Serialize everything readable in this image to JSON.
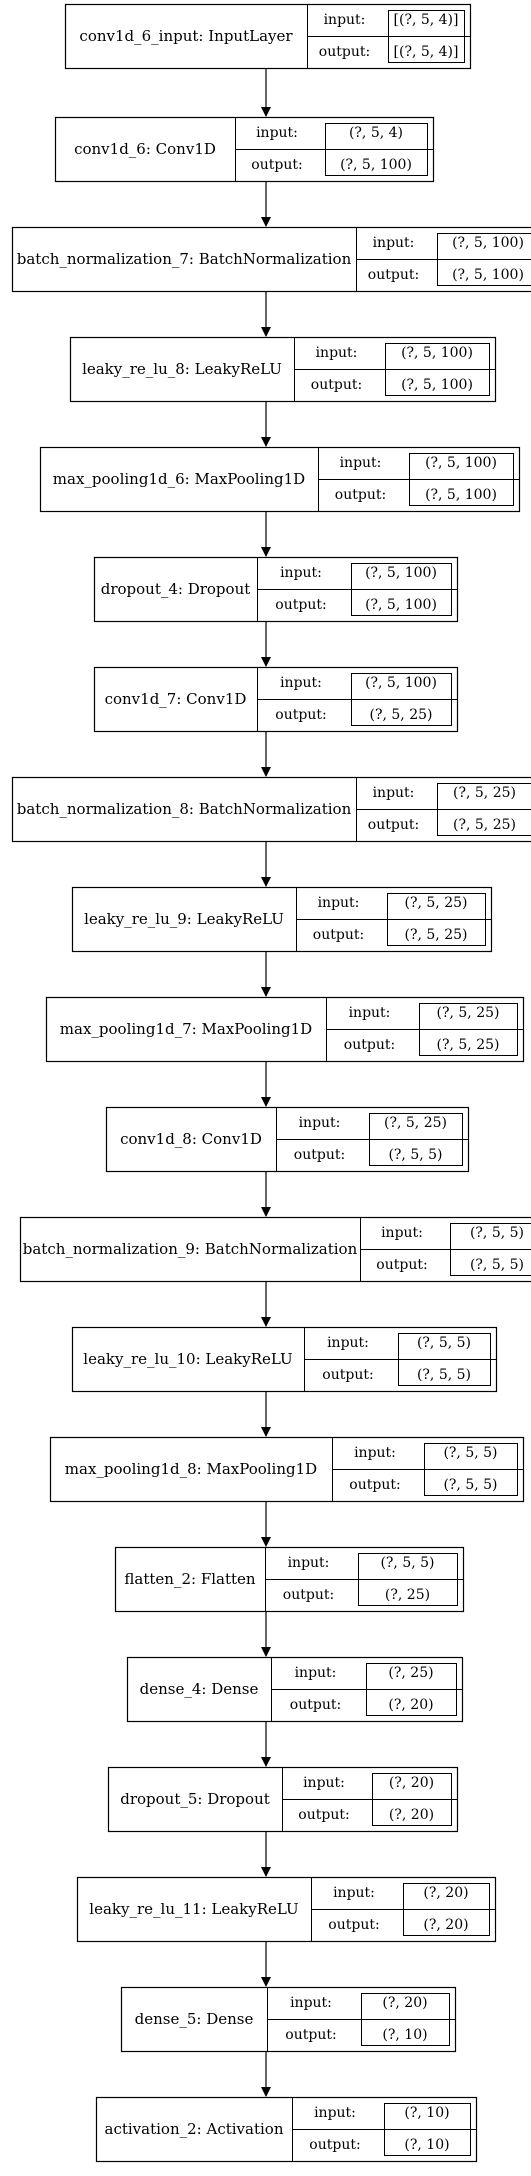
{
  "colors": {
    "stroke": "#000000",
    "background": "#ffffff",
    "text": "#000000"
  },
  "layers": [
    {
      "name": "conv1d_6_input: InputLayer",
      "input_label": "input:",
      "output_label": "output:",
      "input": "[(?, 5, 4)]",
      "output": "[(?, 5, 4)]"
    },
    {
      "name": "conv1d_6: Conv1D",
      "input_label": "input:",
      "output_label": "output:",
      "input": "(?, 5, 4)",
      "output": "(?, 5, 100)"
    },
    {
      "name": "batch_normalization_7: BatchNormalization",
      "input_label": "input:",
      "output_label": "output:",
      "input": "(?, 5, 100)",
      "output": "(?, 5, 100)"
    },
    {
      "name": "leaky_re_lu_8: LeakyReLU",
      "input_label": "input:",
      "output_label": "output:",
      "input": "(?, 5, 100)",
      "output": "(?, 5, 100)"
    },
    {
      "name": "max_pooling1d_6: MaxPooling1D",
      "input_label": "input:",
      "output_label": "output:",
      "input": "(?, 5, 100)",
      "output": "(?, 5, 100)"
    },
    {
      "name": "dropout_4: Dropout",
      "input_label": "input:",
      "output_label": "output:",
      "input": "(?, 5, 100)",
      "output": "(?, 5, 100)"
    },
    {
      "name": "conv1d_7: Conv1D",
      "input_label": "input:",
      "output_label": "output:",
      "input": "(?, 5, 100)",
      "output": "(?, 5, 25)"
    },
    {
      "name": "batch_normalization_8: BatchNormalization",
      "input_label": "input:",
      "output_label": "output:",
      "input": "(?, 5, 25)",
      "output": "(?, 5, 25)"
    },
    {
      "name": "leaky_re_lu_9: LeakyReLU",
      "input_label": "input:",
      "output_label": "output:",
      "input": "(?, 5, 25)",
      "output": "(?, 5, 25)"
    },
    {
      "name": "max_pooling1d_7: MaxPooling1D",
      "input_label": "input:",
      "output_label": "output:",
      "input": "(?, 5, 25)",
      "output": "(?, 5, 25)"
    },
    {
      "name": "conv1d_8: Conv1D",
      "input_label": "input:",
      "output_label": "output:",
      "input": "(?, 5, 25)",
      "output": "(?, 5, 5)"
    },
    {
      "name": "batch_normalization_9: BatchNormalization",
      "input_label": "input:",
      "output_label": "output:",
      "input": "(?, 5, 5)",
      "output": "(?, 5, 5)"
    },
    {
      "name": "leaky_re_lu_10: LeakyReLU",
      "input_label": "input:",
      "output_label": "output:",
      "input": "(?, 5, 5)",
      "output": "(?, 5, 5)"
    },
    {
      "name": "max_pooling1d_8: MaxPooling1D",
      "input_label": "input:",
      "output_label": "output:",
      "input": "(?, 5, 5)",
      "output": "(?, 5, 5)"
    },
    {
      "name": "flatten_2: Flatten",
      "input_label": "input:",
      "output_label": "output:",
      "input": "(?, 5, 5)",
      "output": "(?, 25)"
    },
    {
      "name": "dense_4: Dense",
      "input_label": "input:",
      "output_label": "output:",
      "input": "(?, 25)",
      "output": "(?, 20)"
    },
    {
      "name": "dropout_5: Dropout",
      "input_label": "input:",
      "output_label": "output:",
      "input": "(?, 20)",
      "output": "(?, 20)"
    },
    {
      "name": "leaky_re_lu_11: LeakyReLU",
      "input_label": "input:",
      "output_label": "output:",
      "input": "(?, 20)",
      "output": "(?, 20)"
    },
    {
      "name": "dense_5: Dense",
      "input_label": "input:",
      "output_label": "output:",
      "input": "(?, 20)",
      "output": "(?, 10)"
    },
    {
      "name": "activation_2: Activation",
      "input_label": "input:",
      "output_label": "output:",
      "input": "(?, 10)",
      "output": "(?, 10)"
    }
  ]
}
